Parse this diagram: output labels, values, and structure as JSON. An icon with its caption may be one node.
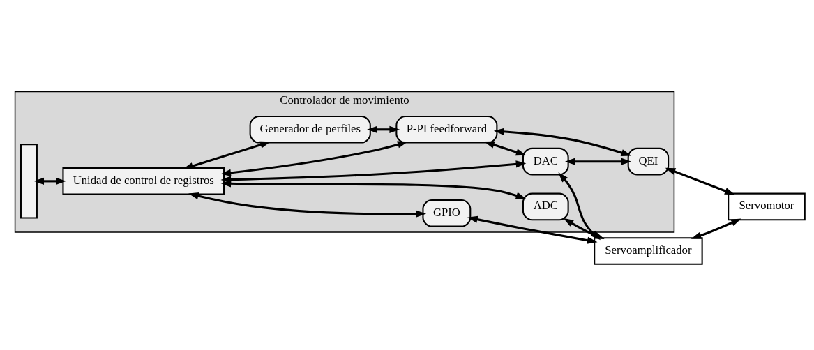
{
  "diagram": {
    "nodes": [
      {
        "text": [
          "Controlador de movimiento"
        ]
      },
      {
        "text": [],
        "shape": "box",
        "in": 0
      },
      {
        "text": [
          "Unidad de control de registros"
        ],
        "in": 0
      },
      {
        "text": [
          "GPIO"
        ],
        "in": 0
      },
      {
        "text": [
          "ADC"
        ],
        "in": 0
      },
      {
        "text": [
          "Generador de perfiles"
        ],
        "in": 0
      },
      {
        "text": [
          "P-PI feedforward"
        ],
        "in": 0
      },
      {
        "text": [
          "DAC"
        ],
        "in": 0
      },
      {
        "text": [
          "QEI"
        ],
        "in": 0
      },
      {
        "text": [
          "Servoamplificador"
        ]
      },
      {
        "text": [
          "Servomotor"
        ]
      }
    ],
    "edges": [
      {
        "from": 1,
        "to": 2,
        "arrow": "both"
      },
      {
        "from": 2,
        "to": 3,
        "arrow": "both"
      },
      {
        "from": 2,
        "to": 4,
        "arrow": "both"
      },
      {
        "from": 3,
        "to": 9,
        "arrow": "both"
      },
      {
        "from": 4,
        "to": 9,
        "arrow": "both"
      },
      {
        "from": 2,
        "to": 5,
        "arrow": "both"
      },
      {
        "from": 2,
        "to": 6,
        "arrow": "both"
      },
      {
        "from": 2,
        "to": 7,
        "arrow": "both"
      },
      {
        "from": 5,
        "to": 6,
        "arrow": "both"
      },
      {
        "from": 6,
        "to": 7,
        "arrow": "both"
      },
      {
        "from": 7,
        "to": 9,
        "arrow": "both"
      },
      {
        "from": 7,
        "to": 8,
        "arrow": "both"
      },
      {
        "from": 6,
        "to": 8,
        "arrow": "both"
      },
      {
        "from": 8,
        "to": 10,
        "arrow": "both"
      },
      {
        "from": 9,
        "to": 10,
        "arrow": "both"
      }
    ]
  }
}
